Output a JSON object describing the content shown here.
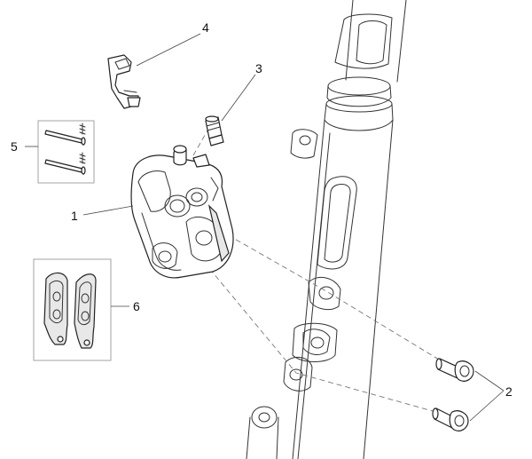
{
  "callouts": {
    "caliper": "1",
    "screws": "2",
    "bleed_valve": "3",
    "bracket": "4",
    "pins": "5",
    "pads": "6"
  }
}
